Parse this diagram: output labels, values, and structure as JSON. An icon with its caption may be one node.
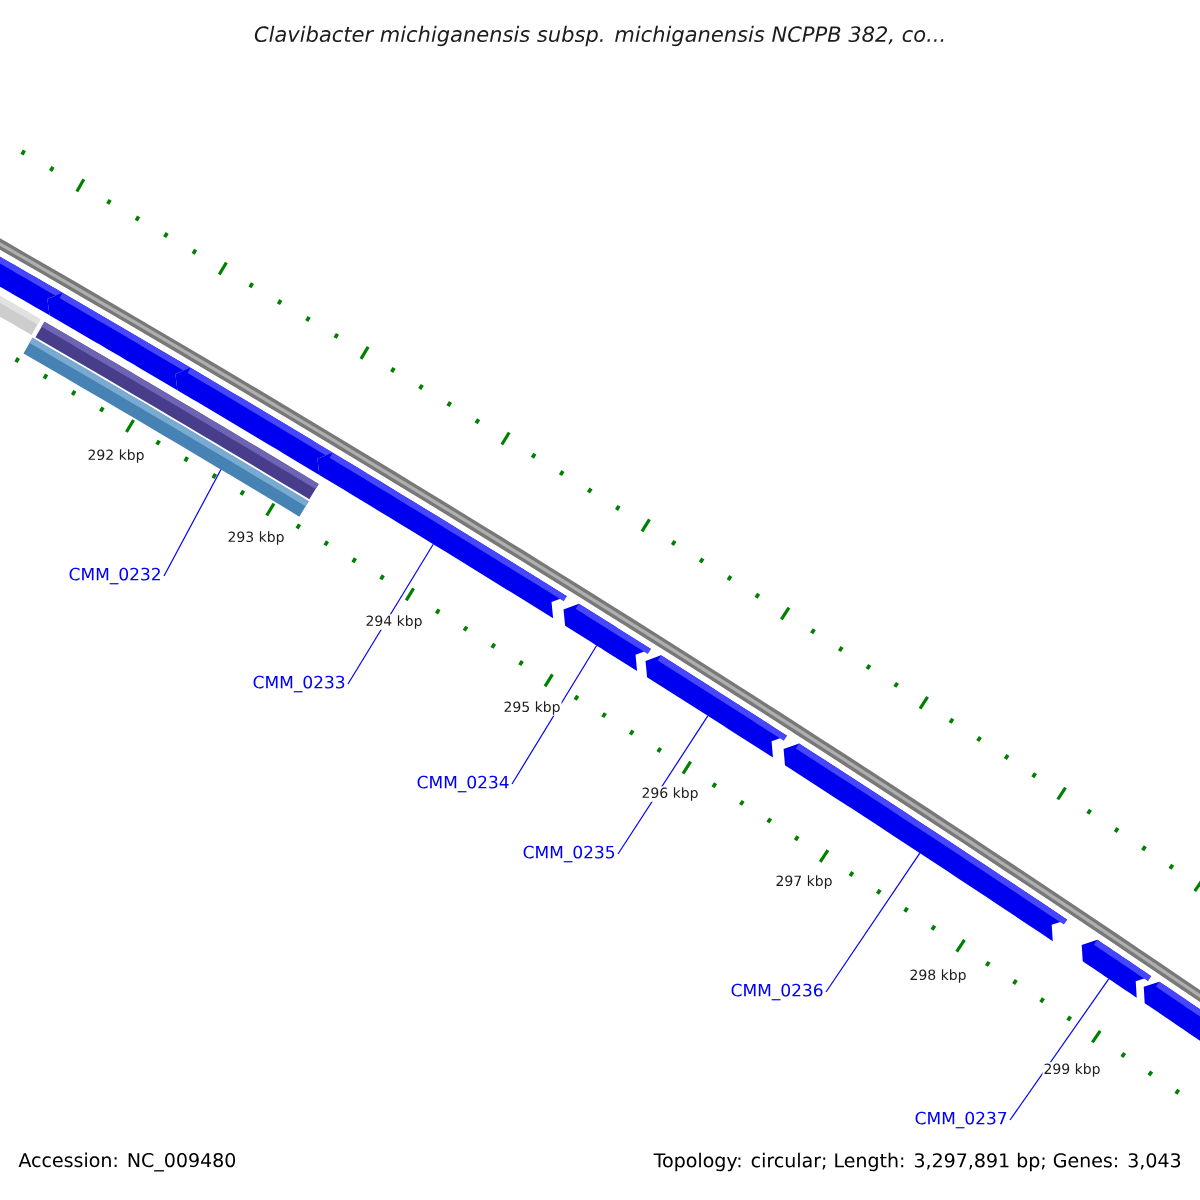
{
  "diagram": {
    "title": "Clavibacter michiganensis subsp. michiganensis NCPPB 382, co...",
    "nodes": [
      {
        "text": [
          "CMM_0232"
        ]
      },
      {
        "text": [
          "CMM_0233"
        ]
      },
      {
        "text": [
          "CMM_0234"
        ]
      },
      {
        "text": [
          "CMM_0235"
        ]
      },
      {
        "text": [
          "CMM_0236"
        ]
      },
      {
        "text": [
          "CMM_0237"
        ]
      },
      {
        "text": [],
        "shape": "bar"
      },
      {
        "text": [],
        "shape": "bar"
      },
      {
        "text": [],
        "shape": "bar"
      },
      {
        "text": [],
        "shape": "bar"
      },
      {
        "text": [],
        "shape": "bar"
      },
      {
        "text": [],
        "shape": "bar"
      },
      {
        "text": [],
        "shape": "bar"
      },
      {
        "text": [],
        "shape": "bar"
      },
      {
        "text": [],
        "shape": "bar"
      },
      {
        "text": [],
        "shape": "bar"
      },
      {
        "text": [],
        "shape": "bar"
      },
      {
        "text": [],
        "shape": "bar"
      }
    ],
    "edges": [
      {
        "from": 0,
        "to": 8,
        "arrow": "none"
      },
      {
        "from": 1,
        "to": 12,
        "arrow": "none"
      },
      {
        "from": 2,
        "to": 13,
        "arrow": "none"
      },
      {
        "from": 3,
        "to": 14,
        "arrow": "none"
      },
      {
        "from": 4,
        "to": 15,
        "arrow": "none"
      },
      {
        "from": 5,
        "to": 16,
        "arrow": "none"
      }
    ],
    "labels": [
      "292 kbp",
      "293 kbp",
      "294 kbp",
      "295 kbp",
      "296 kbp",
      "297 kbp",
      "298 kbp",
      "299 kbp",
      "Accession: NC_009480",
      "Topology: circular; Length: 3,297,891 bp; Genes: 3,043"
    ]
  }
}
